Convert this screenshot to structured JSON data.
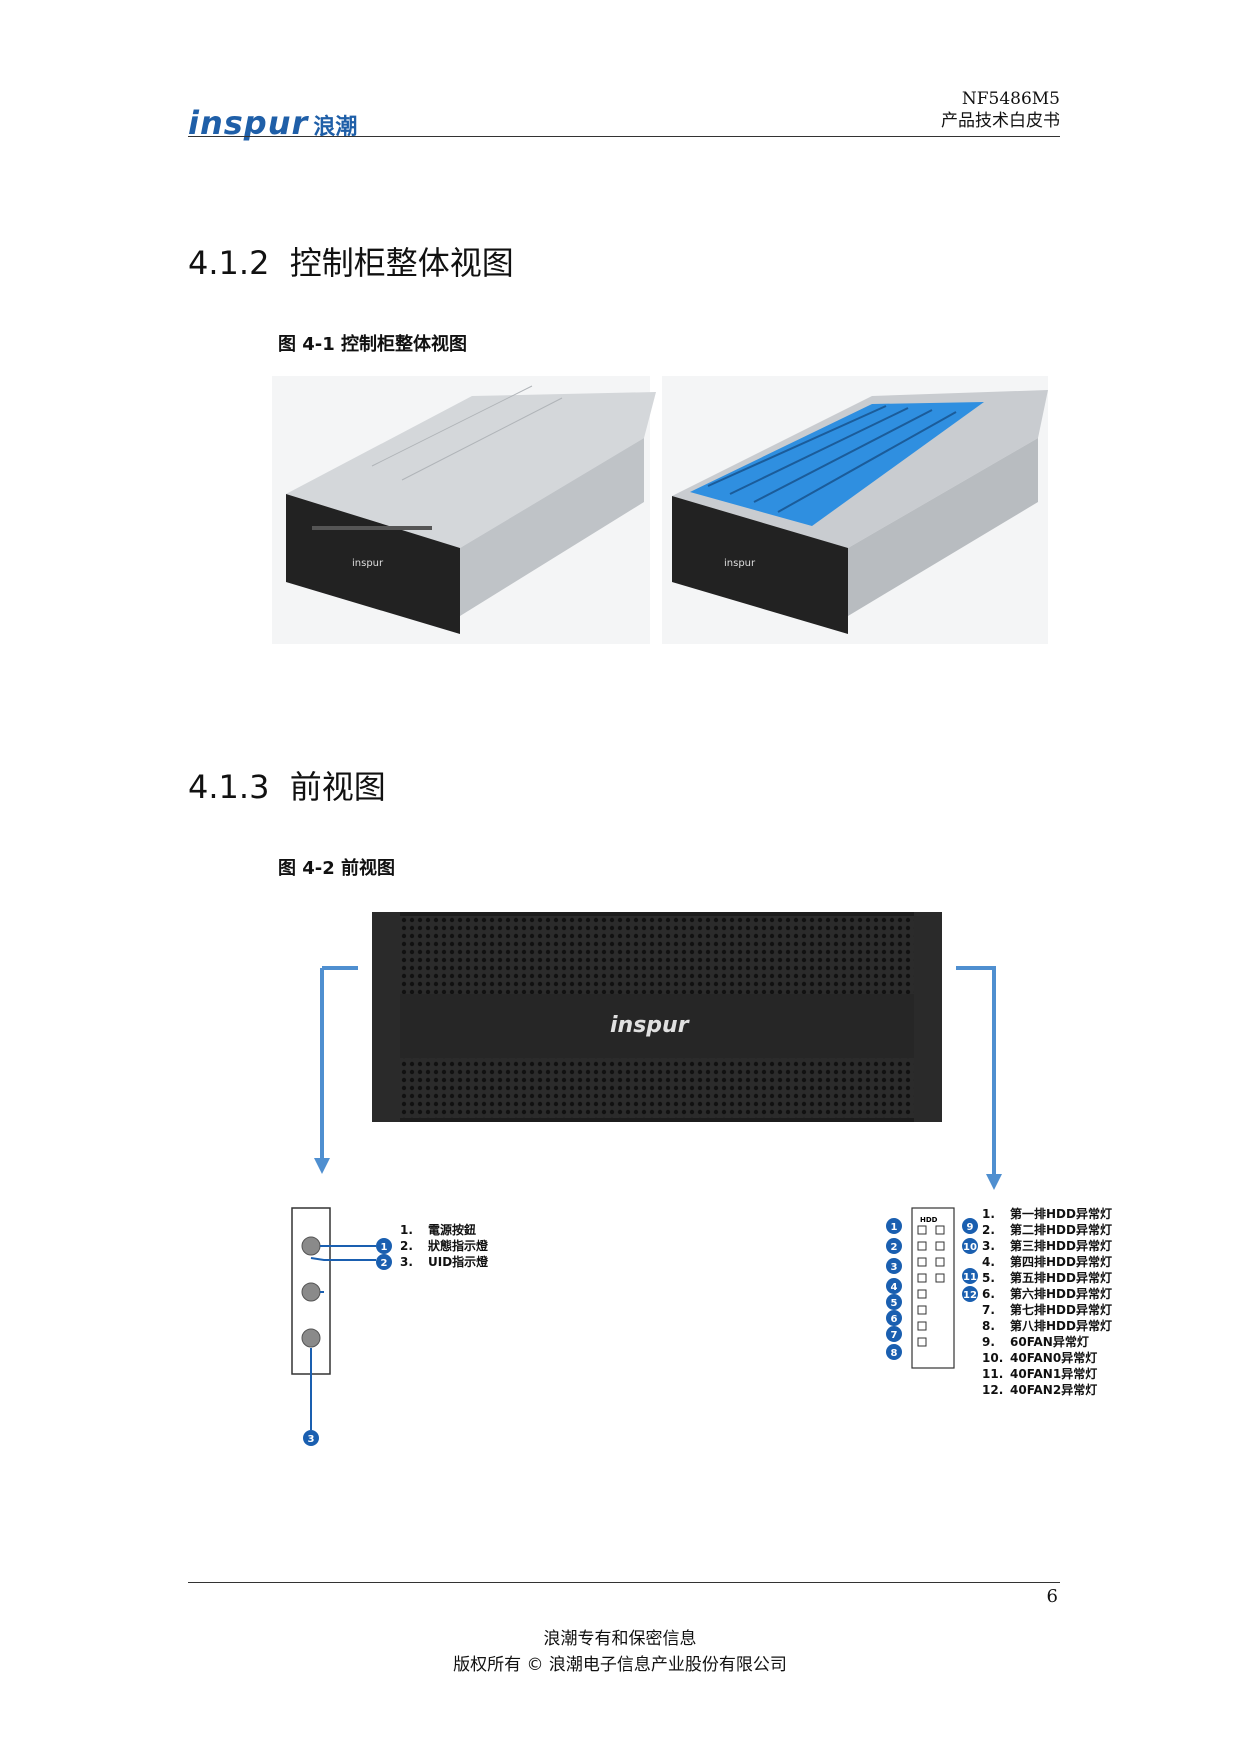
{
  "header": {
    "logo_word": "inspur",
    "logo_cn": "浪潮",
    "doc_model": "NF5486M5",
    "doc_type": "产品技术白皮书"
  },
  "sections": [
    {
      "number": "4.1.2",
      "title": "控制柜整体视图",
      "figure": "图 4-1  控制柜整体视图"
    },
    {
      "number": "4.1.3",
      "title": "前视图",
      "figure": "图 4-2  前视图"
    }
  ],
  "front_panel": {
    "brand": "inspur",
    "left_legend": [
      {
        "n": "1.",
        "text": "電源按鈕"
      },
      {
        "n": "2.",
        "text": "狀態指示燈"
      },
      {
        "n": "3.",
        "text": "UID指示燈"
      }
    ],
    "left_callouts": [
      "1",
      "2",
      "3"
    ],
    "right_panel_label": "HDD",
    "right_callouts": [
      "1",
      "2",
      "3",
      "4",
      "5",
      "6",
      "7",
      "8",
      "9",
      "10",
      "11",
      "12"
    ],
    "right_legend": [
      {
        "n": "1.",
        "text": "第一排HDD异常灯"
      },
      {
        "n": "2.",
        "text": "第二排HDD异常灯"
      },
      {
        "n": "3.",
        "text": "第三排HDD异常灯"
      },
      {
        "n": "4.",
        "text": "第四排HDD异常灯"
      },
      {
        "n": "5.",
        "text": "第五排HDD异常灯"
      },
      {
        "n": "6.",
        "text": "第六排HDD异常灯"
      },
      {
        "n": "7.",
        "text": "第七排HDD异常灯"
      },
      {
        "n": "8.",
        "text": "第八排HDD异常灯"
      },
      {
        "n": "9.",
        "text": "60FAN异常灯"
      },
      {
        "n": "10.",
        "text": "40FAN0异常灯"
      },
      {
        "n": "11.",
        "text": "40FAN1异常灯"
      },
      {
        "n": "12.",
        "text": "40FAN2异常灯"
      }
    ]
  },
  "footer": {
    "page_number": "6",
    "line1": "浪潮专有和保密信息",
    "line2": "版权所有 © 浪潮电子信息产业股份有限公司"
  },
  "colors": {
    "brand_blue": "#1f5fa8",
    "arrow_blue": "#4f8fd0",
    "callout_blue": "#1a5fb0",
    "drive_blue": "#2f8fe0"
  }
}
